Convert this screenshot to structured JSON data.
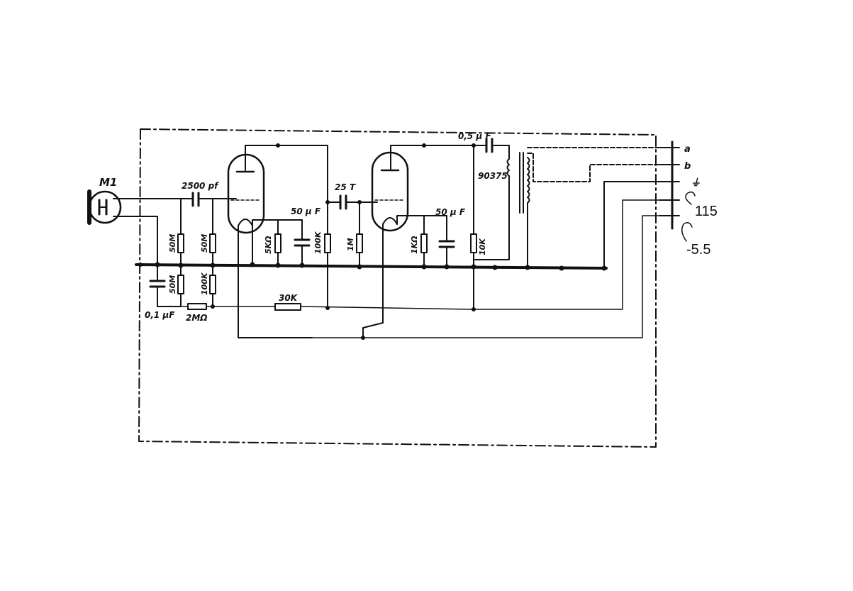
{
  "diagram": {
    "microphone": {
      "label": "M1"
    },
    "capacitors": {
      "input_coupling": "2500 pf",
      "inter_stage": "25 T",
      "filter": "0,1 µF",
      "cathode_bypass_1": "50 µ F",
      "cathode_bypass_2": "50 µ F",
      "output_coupling": "0,5 µ F"
    },
    "resistors": {
      "grid_leak_1": "50M",
      "grid_leak_2": "50M",
      "bias_1": "50M",
      "bias_2": "100K",
      "series": "2MΩ",
      "feedback": "30K",
      "cathode_1": "5KΩ",
      "plate_1": "100K",
      "grid_2": "1M",
      "cathode_2": "1KΩ",
      "plate_2": "10K"
    },
    "transformer": {
      "label": "90375"
    },
    "terminals": {
      "a": "a",
      "b": "b",
      "ground": "⏚"
    },
    "handwritten": {
      "supply_1": "115",
      "supply_2": "-5.5"
    }
  }
}
